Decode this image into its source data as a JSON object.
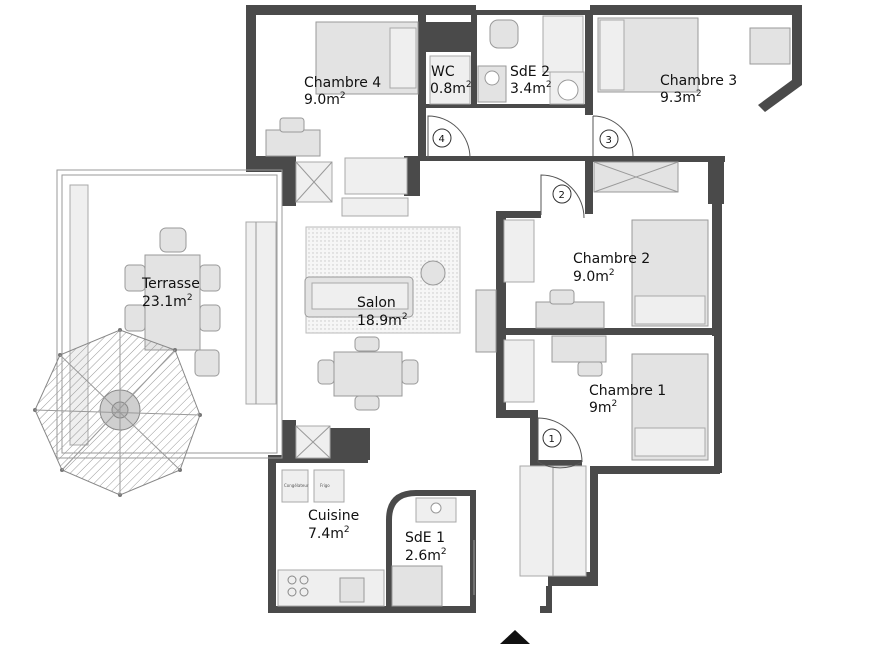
{
  "rooms": [
    {
      "name": "Chambre 4",
      "area": "9.0m",
      "sup": "2"
    },
    {
      "name": "WC",
      "area": "0.8m",
      "sup": "2"
    },
    {
      "name": "SdE 2",
      "area": "3.4m",
      "sup": "2"
    },
    {
      "name": "Chambre 3",
      "area": "9.3m",
      "sup": "2"
    },
    {
      "name": "Chambre 2",
      "area": "9.0m",
      "sup": "2"
    },
    {
      "name": "Terrasse",
      "area": "23.1m",
      "sup": "2"
    },
    {
      "name": "Salon",
      "area": "18.9m",
      "sup": "2"
    },
    {
      "name": "Chambre 1",
      "area": "9m",
      "sup": "2"
    },
    {
      "name": "Cuisine",
      "area": "7.4m",
      "sup": "2"
    },
    {
      "name": "SdE 1",
      "area": "2.6m",
      "sup": "2"
    }
  ],
  "doors": [
    "1",
    "2",
    "3",
    "4"
  ],
  "appliances": [
    "Congélateur",
    "Frigo"
  ],
  "colors": {
    "wall": "#4a4a4a",
    "furniture": "#e3e3e3",
    "line": "#9a9a9a"
  },
  "icons": [
    "north-arrow-icon"
  ]
}
